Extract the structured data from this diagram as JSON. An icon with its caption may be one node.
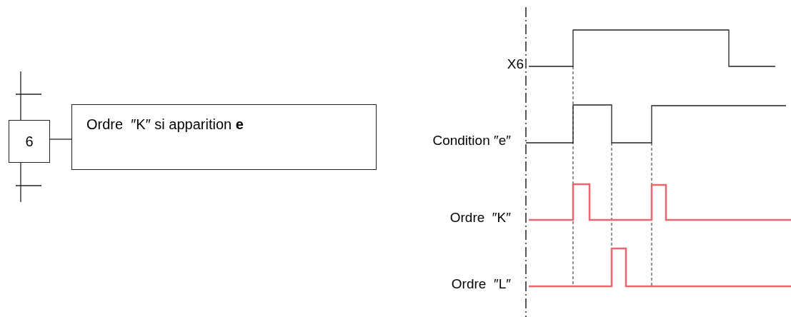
{
  "diagram": {
    "nodes": [
      {
        "text": [
          "6"
        ]
      },
      {
        "text": [
          "Ordre  ″K″ si apparition **e**"
        ]
      }
    ],
    "edges": [
      {
        "from": null,
        "to": 0,
        "arrow": "none"
      },
      {
        "from": 0,
        "to": 1,
        "arrow": "none"
      },
      {
        "from": 0,
        "to": null,
        "arrow": "none"
      }
    ],
    "labels": [
      "X6",
      "Condition ″e″",
      "Ordre  ″K″",
      "Ordre  ″L″"
    ]
  }
}
